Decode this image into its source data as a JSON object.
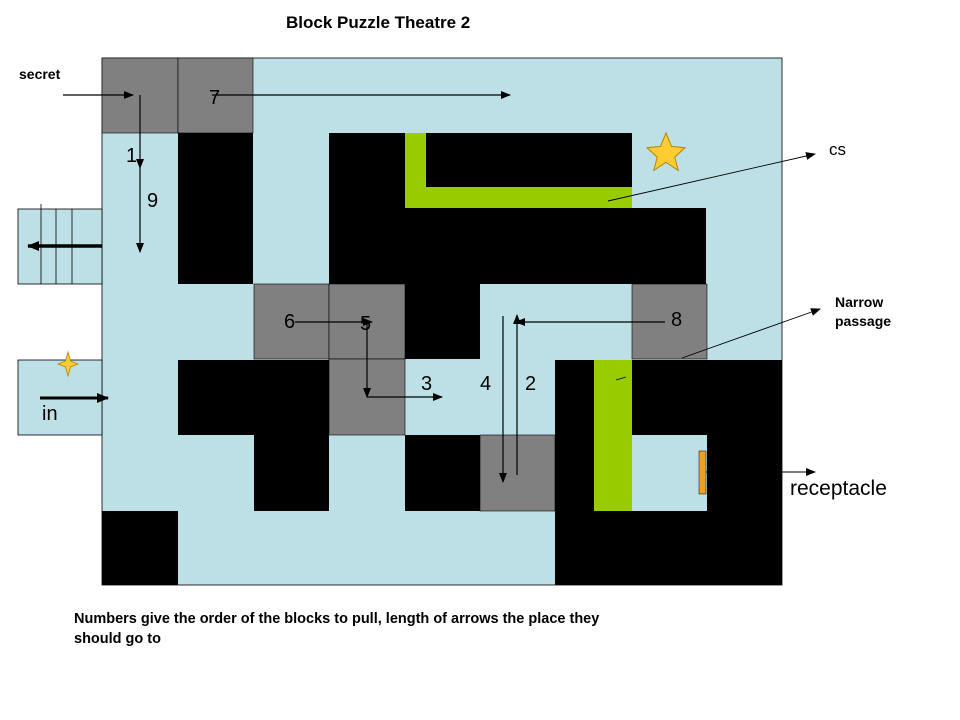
{
  "title": "Block Puzzle Theatre 2",
  "labels": {
    "secret": "secret",
    "in": "in",
    "cs": "cs",
    "narrow_line1": "Narrow",
    "narrow_line2": "passage",
    "receptacle": "receptacle"
  },
  "block_numbers": [
    "1",
    "2",
    "3",
    "4",
    "5",
    "6",
    "7",
    "8",
    "9"
  ],
  "note_line1": "Numbers give the order of the blocks to pull, length of arrows the place they",
  "note_line2": "should go to",
  "colors": {
    "floor": "#bde0e6",
    "wall": "#000000",
    "movable_block": "#808080",
    "green_bar": "#99cc00",
    "star": "#ffcc33",
    "receptacle": "#f0a020"
  },
  "icons": [
    "star-icon",
    "sparkle-star-icon",
    "arrow-icon"
  ]
}
